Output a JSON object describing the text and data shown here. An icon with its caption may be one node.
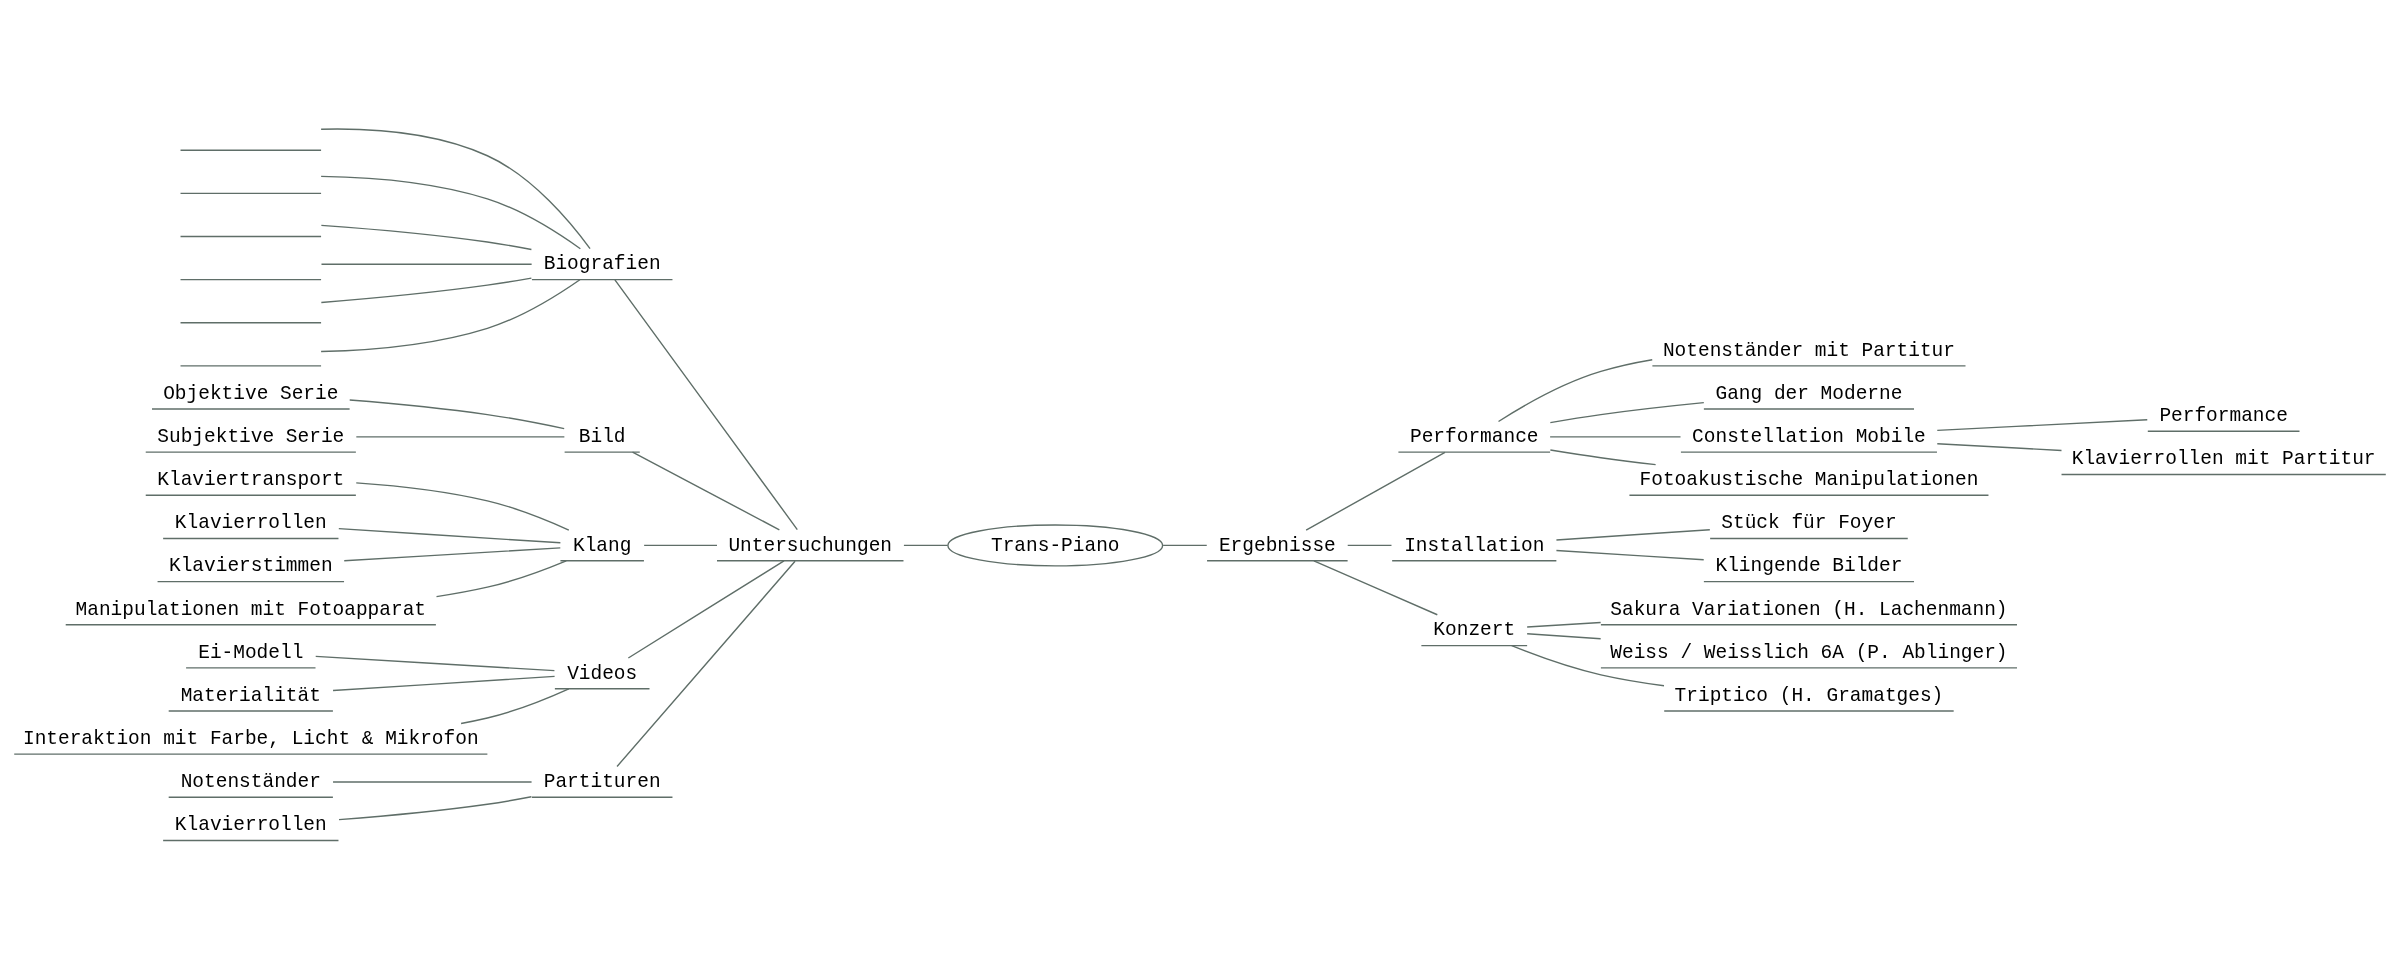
{
  "diagram": {
    "nodes": [
      {
        "text": [
          "Trans-Piano"
        ]
      },
      {
        "text": [
          "Untersuchungen"
        ]
      },
      {
        "text": [
          "Biografien"
        ]
      },
      {
        "text": [],
        "shape": "line"
      },
      {
        "text": [],
        "shape": "line"
      },
      {
        "text": [],
        "shape": "line"
      },
      {
        "text": [],
        "shape": "line"
      },
      {
        "text": [],
        "shape": "line"
      },
      {
        "text": [],
        "shape": "line"
      },
      {
        "text": [
          "Bild"
        ]
      },
      {
        "text": [
          "Objektive Serie"
        ]
      },
      {
        "text": [
          "Subjektive Serie"
        ]
      },
      {
        "text": [
          "Klang"
        ]
      },
      {
        "text": [
          "Klaviertransport"
        ]
      },
      {
        "text": [
          "Klavierrollen"
        ]
      },
      {
        "text": [
          "Klavierstimmen"
        ]
      },
      {
        "text": [
          "Manipulationen mit Fotoapparat"
        ]
      },
      {
        "text": [
          "Videos"
        ]
      },
      {
        "text": [
          "Ei-Modell"
        ]
      },
      {
        "text": [
          "Materialität"
        ]
      },
      {
        "text": [
          "Interaktion mit Farbe, Licht & Mikrofon"
        ]
      },
      {
        "text": [
          "Partituren"
        ]
      },
      {
        "text": [
          "Notenständer"
        ]
      },
      {
        "text": [
          "Klavierrollen"
        ]
      },
      {
        "text": [
          "Ergebnisse"
        ]
      },
      {
        "text": [
          "Performance"
        ]
      },
      {
        "text": [
          "Notenständer mit Partitur"
        ]
      },
      {
        "text": [
          "Gang der Moderne"
        ]
      },
      {
        "text": [
          "Constellation Mobile"
        ]
      },
      {
        "text": [
          "Performance"
        ]
      },
      {
        "text": [
          "Klavierrollen mit Partitur"
        ]
      },
      {
        "text": [
          "Fotoakustische Manipulationen"
        ]
      },
      {
        "text": [
          "Installation"
        ]
      },
      {
        "text": [
          "Stück für Foyer"
        ]
      },
      {
        "text": [
          "Klingende Bilder"
        ]
      },
      {
        "text": [
          "Konzert"
        ]
      },
      {
        "text": [
          "Sakura Variationen (H. Lachenmann)"
        ]
      },
      {
        "text": [
          "Weiss / Weisslich 6A (P. Ablinger)"
        ]
      },
      {
        "text": [
          "Triptico (H. Gramatges)"
        ]
      }
    ],
    "edges": [
      {
        "from": 0,
        "to": 1,
        "arrow": "none"
      },
      {
        "from": 1,
        "to": 2,
        "arrow": "none"
      },
      {
        "from": 2,
        "to": 3,
        "arrow": "none"
      },
      {
        "from": 2,
        "to": 4,
        "arrow": "none"
      },
      {
        "from": 2,
        "to": 5,
        "arrow": "none"
      },
      {
        "from": 2,
        "to": 6,
        "arrow": "none"
      },
      {
        "from": 2,
        "to": 7,
        "arrow": "none"
      },
      {
        "from": 2,
        "to": 8,
        "arrow": "none"
      },
      {
        "from": 1,
        "to": 9,
        "arrow": "none"
      },
      {
        "from": 9,
        "to": 10,
        "arrow": "none"
      },
      {
        "from": 9,
        "to": 11,
        "arrow": "none"
      },
      {
        "from": 1,
        "to": 12,
        "arrow": "none"
      },
      {
        "from": 12,
        "to": 13,
        "arrow": "none"
      },
      {
        "from": 12,
        "to": 14,
        "arrow": "none"
      },
      {
        "from": 12,
        "to": 15,
        "arrow": "none"
      },
      {
        "from": 12,
        "to": 16,
        "arrow": "none"
      },
      {
        "from": 1,
        "to": 17,
        "arrow": "none"
      },
      {
        "from": 17,
        "to": 18,
        "arrow": "none"
      },
      {
        "from": 17,
        "to": 19,
        "arrow": "none"
      },
      {
        "from": 17,
        "to": 20,
        "arrow": "none"
      },
      {
        "from": 1,
        "to": 21,
        "arrow": "none"
      },
      {
        "from": 21,
        "to": 22,
        "arrow": "none"
      },
      {
        "from": 21,
        "to": 23,
        "arrow": "none"
      },
      {
        "from": 0,
        "to": 24,
        "arrow": "none"
      },
      {
        "from": 24,
        "to": 25,
        "arrow": "none"
      },
      {
        "from": 25,
        "to": 26,
        "arrow": "none"
      },
      {
        "from": 25,
        "to": 27,
        "arrow": "none"
      },
      {
        "from": 25,
        "to": 28,
        "arrow": "none"
      },
      {
        "from": 28,
        "to": 29,
        "arrow": "none"
      },
      {
        "from": 28,
        "to": 30,
        "arrow": "none"
      },
      {
        "from": 25,
        "to": 31,
        "arrow": "none"
      },
      {
        "from": 24,
        "to": 32,
        "arrow": "none"
      },
      {
        "from": 32,
        "to": 33,
        "arrow": "none"
      },
      {
        "from": 32,
        "to": 34,
        "arrow": "none"
      },
      {
        "from": 24,
        "to": 35,
        "arrow": "none"
      },
      {
        "from": 35,
        "to": 36,
        "arrow": "none"
      },
      {
        "from": 35,
        "to": 37,
        "arrow": "none"
      },
      {
        "from": 35,
        "to": 38,
        "arrow": "none"
      }
    ]
  }
}
